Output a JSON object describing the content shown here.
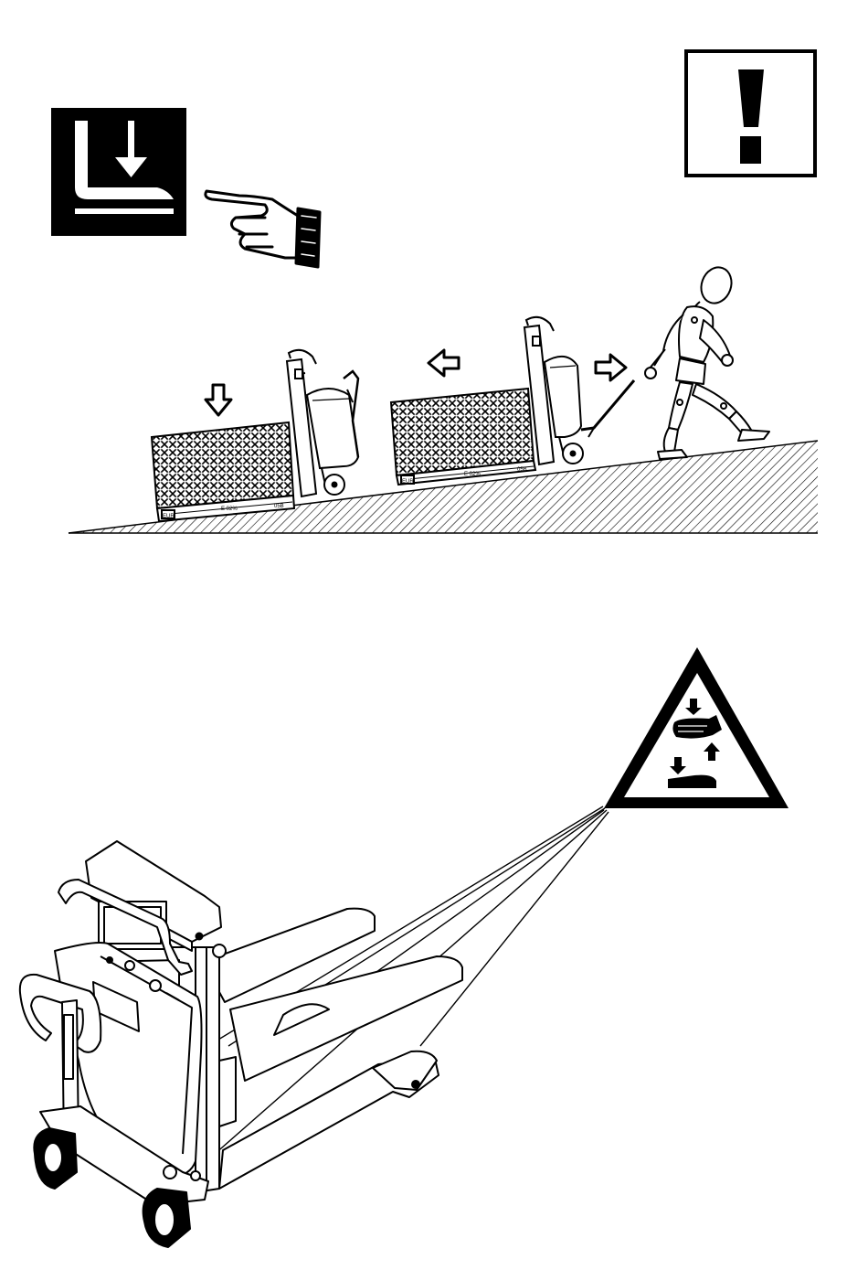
{
  "colors": {
    "ink": "#000000",
    "paper": "#ffffff"
  },
  "icons": {
    "lower_forks": "lower-forks-icon",
    "pointing_hand": "pointing-hand-icon",
    "attention": "exclamation-warning-icon",
    "crush_hazard": "crush-hazard-warning-icon",
    "move_direction": "arrow-icon"
  },
  "ramp_scene": {
    "truck_labels": {
      "left_truck_code": "EUR",
      "right_truck_code": "EUR",
      "left_plate": "E 02%",
      "right_plate": "E 02%",
      "left_end_tag": "05B",
      "right_end_tag": "05B"
    }
  }
}
